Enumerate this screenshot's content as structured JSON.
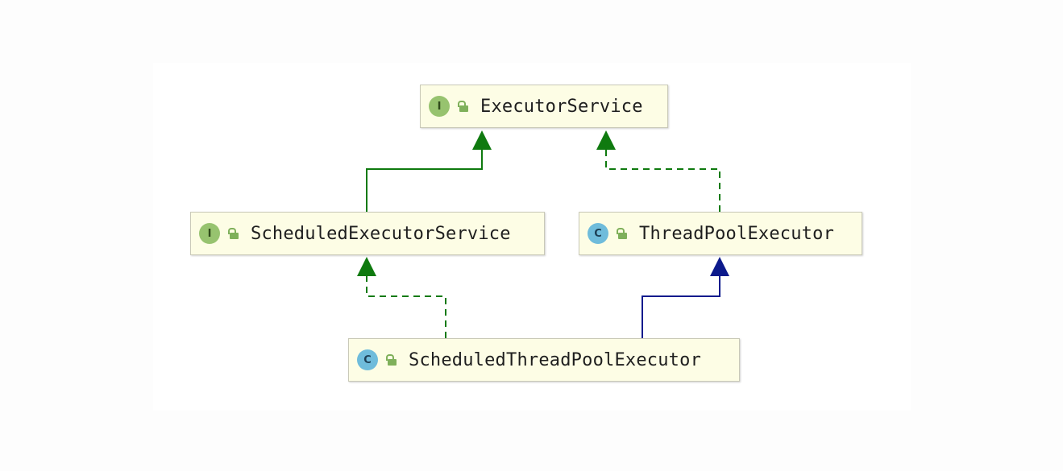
{
  "diagram": {
    "nodes": [
      {
        "id": "executor-service",
        "name": "ExecutorService",
        "kind": "interface",
        "badge": "I"
      },
      {
        "id": "scheduled-executor-service",
        "name": "ScheduledExecutorService",
        "kind": "interface",
        "badge": "I"
      },
      {
        "id": "thread-pool-executor",
        "name": "ThreadPoolExecutor",
        "kind": "class",
        "badge": "C"
      },
      {
        "id": "scheduled-thread-pool-executor",
        "name": "ScheduledThreadPoolExecutor",
        "kind": "class",
        "badge": "C"
      }
    ],
    "edges": [
      {
        "from": "scheduled-executor-service",
        "to": "executor-service",
        "relation": "extends",
        "style": "solid",
        "color": "#0f7a0f"
      },
      {
        "from": "thread-pool-executor",
        "to": "executor-service",
        "relation": "implements",
        "style": "dashed",
        "color": "#0f7a0f"
      },
      {
        "from": "scheduled-thread-pool-executor",
        "to": "scheduled-executor-service",
        "relation": "implements",
        "style": "dashed",
        "color": "#0f7a0f"
      },
      {
        "from": "scheduled-thread-pool-executor",
        "to": "thread-pool-executor",
        "relation": "extends",
        "style": "solid",
        "color": "#0c1a8c"
      }
    ],
    "colors": {
      "node_fill": "#fdfde5",
      "interface_badge": "#97c36f",
      "class_badge": "#6fbcdb",
      "lock_icon": "#7fb05a",
      "interface_edge": "#0f7a0f",
      "class_edge": "#0c1a8c"
    }
  }
}
